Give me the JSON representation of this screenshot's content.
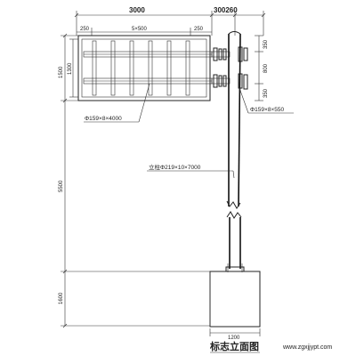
{
  "dimensions": {
    "top_total": "3000",
    "top_right": "300260",
    "panel_left": "250",
    "panel_mid": "5×500",
    "panel_right": "250",
    "right_350_top": "350",
    "right_800": "800",
    "right_350_bot": "350",
    "left_1500": "1500",
    "left_1300": "1300",
    "left_5500": "5500",
    "left_1600": "1600",
    "bottom_1200": "1200"
  },
  "labels": {
    "pipe_main": "Φ159×8×4000",
    "pipe_arm": "Φ159×8×550",
    "column": "立柱Φ219×10×7000"
  },
  "title": "标志立面图",
  "watermark": "www.zgxjjypt.com"
}
